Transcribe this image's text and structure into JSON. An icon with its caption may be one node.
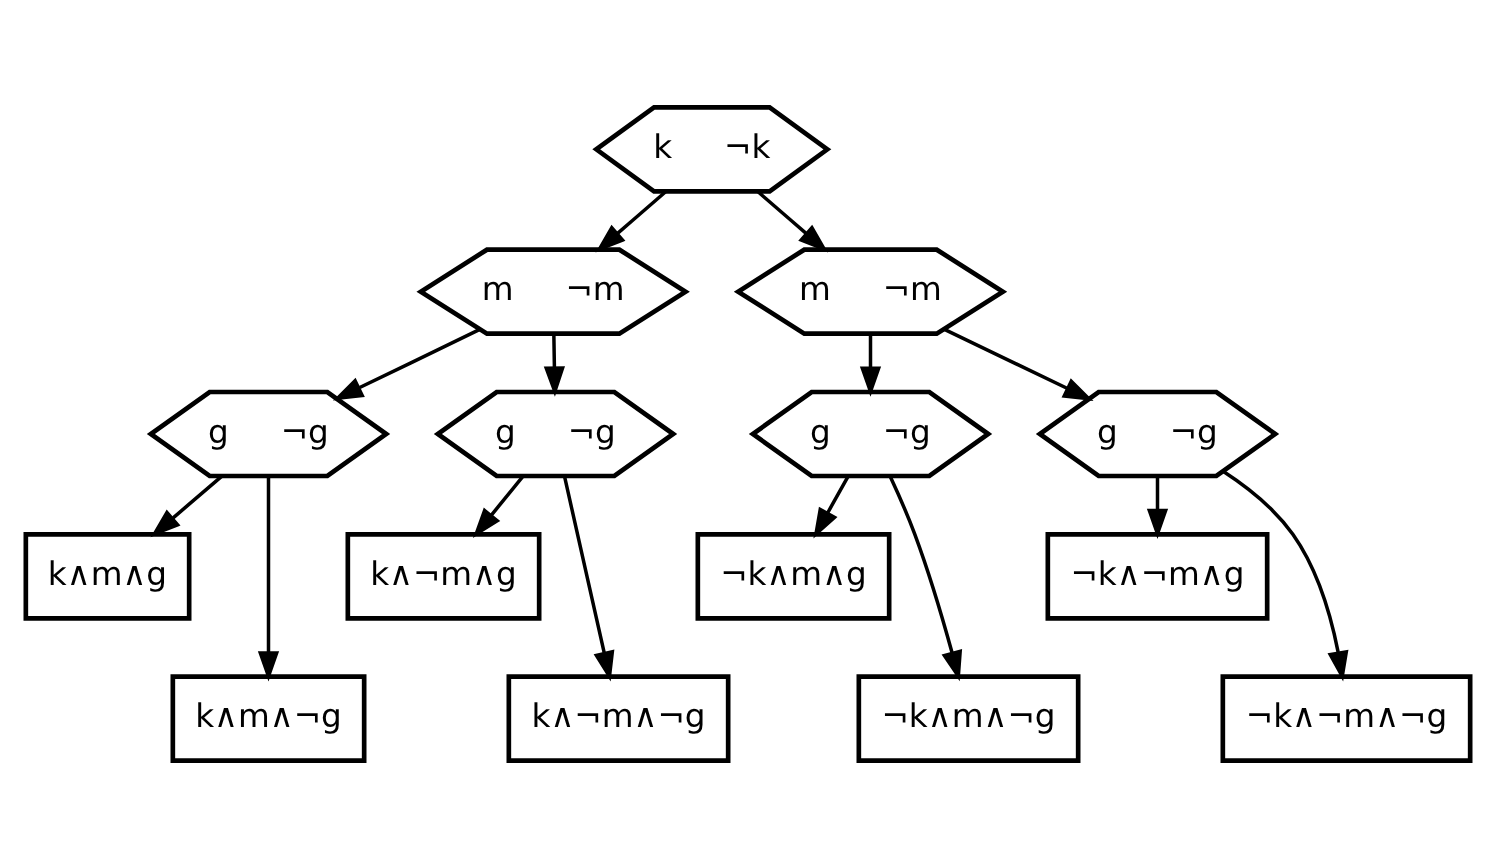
{
  "diagram": {
    "nodes": [
      {
        "text": [
          "k",
          "¬k"
        ]
      },
      {
        "text": [
          "m",
          "¬m"
        ]
      },
      {
        "text": [
          "m",
          "¬m"
        ]
      },
      {
        "text": [
          "g",
          "¬g"
        ]
      },
      {
        "text": [
          "g",
          "¬g"
        ]
      },
      {
        "text": [
          "g",
          "¬g"
        ]
      },
      {
        "text": [
          "g",
          "¬g"
        ]
      },
      {
        "text": [
          "k∧m∧g"
        ]
      },
      {
        "text": [
          "k∧¬m∧g"
        ]
      },
      {
        "text": [
          "¬k∧m∧g"
        ]
      },
      {
        "text": [
          "¬k∧¬m∧g"
        ]
      },
      {
        "text": [
          "k∧m∧¬g"
        ]
      },
      {
        "text": [
          "k∧¬m∧¬g"
        ]
      },
      {
        "text": [
          "¬k∧m∧¬g"
        ]
      },
      {
        "text": [
          "¬k∧¬m∧¬g"
        ]
      }
    ],
    "edges": [
      {
        "from": 0,
        "to": 1,
        "arrow": "to"
      },
      {
        "from": 0,
        "to": 2,
        "arrow": "to"
      },
      {
        "from": 1,
        "to": 3,
        "arrow": "to"
      },
      {
        "from": 1,
        "to": 4,
        "arrow": "to"
      },
      {
        "from": 2,
        "to": 5,
        "arrow": "to"
      },
      {
        "from": 2,
        "to": 6,
        "arrow": "to"
      },
      {
        "from": 3,
        "to": 7,
        "arrow": "to"
      },
      {
        "from": 3,
        "to": 11,
        "arrow": "to"
      },
      {
        "from": 4,
        "to": 8,
        "arrow": "to"
      },
      {
        "from": 4,
        "to": 12,
        "arrow": "to"
      },
      {
        "from": 5,
        "to": 9,
        "arrow": "to"
      },
      {
        "from": 5,
        "to": 13,
        "arrow": "to"
      },
      {
        "from": 6,
        "to": 10,
        "arrow": "to"
      },
      {
        "from": 6,
        "to": 14,
        "arrow": "to"
      }
    ]
  }
}
